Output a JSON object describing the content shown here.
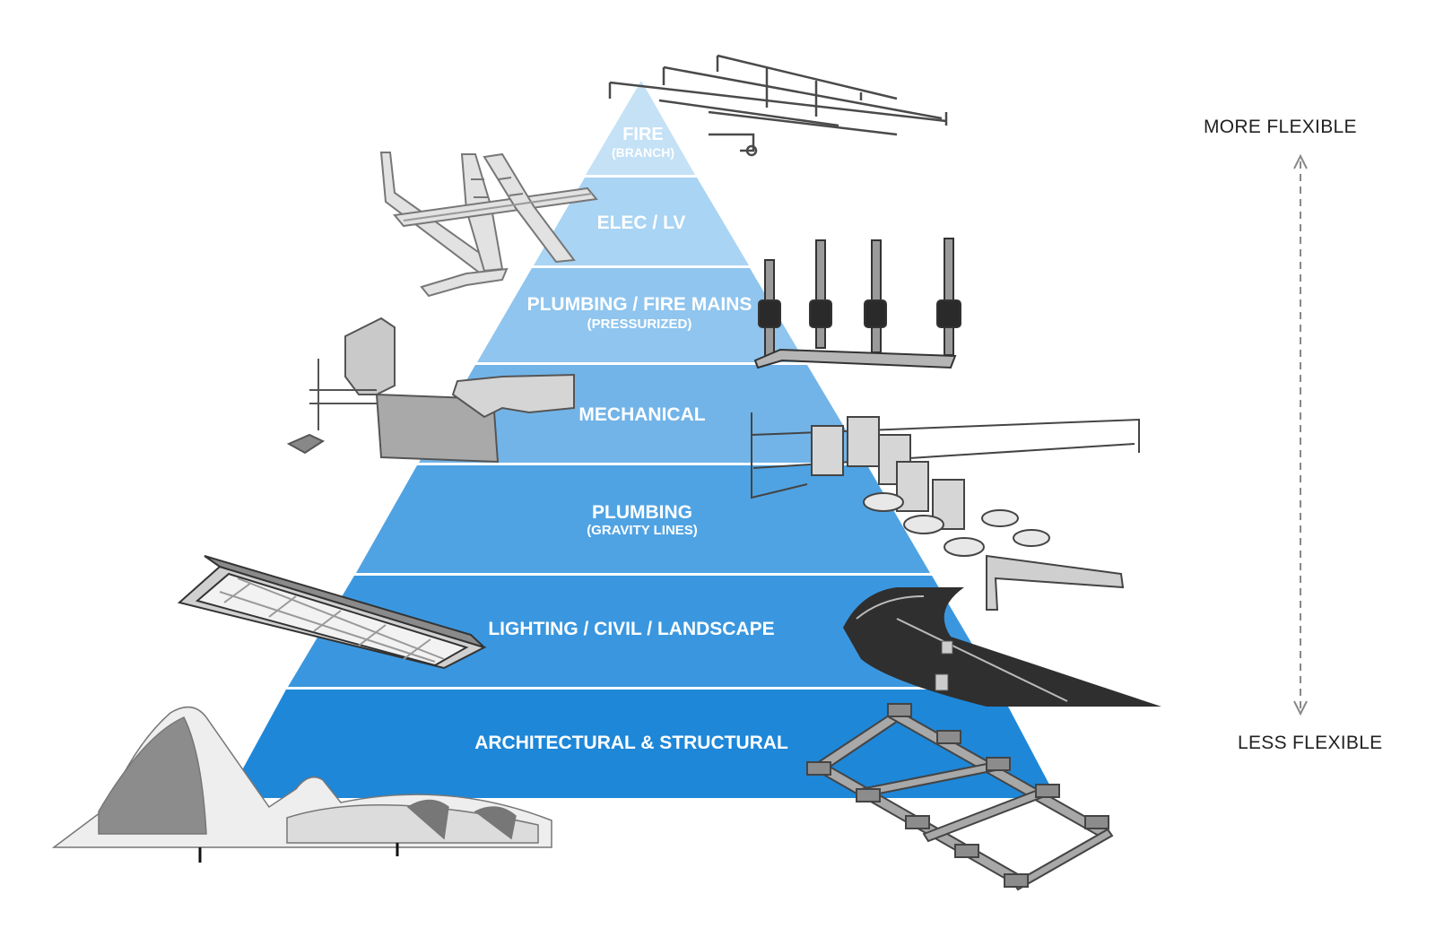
{
  "tiers": [
    {
      "label": "FIRE",
      "sub": "(BRANCH)",
      "color": "#c4e1f6"
    },
    {
      "label": "ELEC / LV",
      "sub": "",
      "color": "#a9d4f3"
    },
    {
      "label": "PLUMBING / FIRE MAINS",
      "sub": "(PRESSURIZED)",
      "color": "#8fc5ee"
    },
    {
      "label": "MECHANICAL",
      "sub": "",
      "color": "#72b4e8"
    },
    {
      "label": "PLUMBING",
      "sub": "(GRAVITY LINES)",
      "color": "#4fa3e3"
    },
    {
      "label": "LIGHTING / CIVIL / LANDSCAPE",
      "sub": "",
      "color": "#3a97df"
    },
    {
      "label": "ARCHITECTURAL & STRUCTURAL",
      "sub": "",
      "color": "#1e87d8"
    }
  ],
  "scale": {
    "top_label": "MORE FLEXIBLE",
    "bottom_label": "LESS FLEXIBLE"
  },
  "illustrations": [
    "fire-branch-piping-icon",
    "cable-tray-icon",
    "fire-main-risers-icon",
    "ductwork-icon",
    "toilet-fixtures-icon",
    "light-fixture-icon",
    "road-curve-icon",
    "building-icon",
    "foundation-grid-icon"
  ]
}
